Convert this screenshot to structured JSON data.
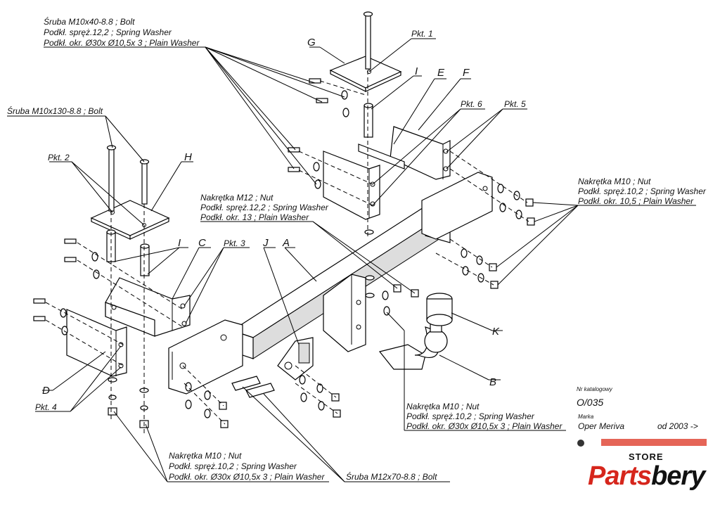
{
  "labels": {
    "bolt_m10x40": "Śruba M10x40-8.8 ;  Bolt",
    "spring_washer_12": "Podkł. spręż.12,2 ; Spring Washer",
    "plain_washer_30": "Podkł. okr.  Ø30x Ø10,5x 3 ; Plain Washer",
    "bolt_m10x130": "Śruba M10x130-8.8 ;  Bolt",
    "nut_m12": "Nakrętka  M12 ; Nut",
    "spring_washer_12b": "Podkł. spręż.12,2 ; Spring Washer",
    "plain_washer_13": "Podkł. okr. 13 ; Plain Washer",
    "nut_m10_right": "Nakrętka  M10 ; Nut",
    "spring_washer_10_right": "Podkł. spręż.10,2 ; Spring Washer",
    "plain_washer_10_right": "Podkł. okr. 10,5 ; Plain Washer",
    "nut_m10_mid": "Nakrętka  M10 ; Nut",
    "spring_washer_10_mid": "Podkł. spręż.10,2 ; Spring Washer",
    "plain_washer_30_mid": "Podkł. okr.  Ø30x Ø10,5x 3 ; Plain Washer",
    "nut_m10_bottom": "Nakrętka  M10 ; Nut",
    "spring_washer_10_bottom": "Podkł. spręż.10,2 ; Spring Washer",
    "plain_washer_30_bottom": "Podkł. okr.  Ø30x Ø10,5x 3 ; Plain Washer",
    "bolt_m12x70": "Śruba M12x70-8.8 ;  Bolt"
  },
  "points": {
    "pkt1": "Pkt. 1",
    "pkt2": "Pkt. 2",
    "pkt3": "Pkt. 3",
    "pkt4": "Pkt. 4",
    "pkt5": "Pkt. 5",
    "pkt6": "Pkt. 6"
  },
  "letters": {
    "A": "A",
    "B": "B",
    "C": "C",
    "D": "D",
    "E": "E",
    "F": "F",
    "G": "G",
    "H": "H",
    "I1": "I",
    "I2": "I",
    "J": "J",
    "K": "K"
  },
  "info": {
    "catalog_label": "Nr katalogowy",
    "catalog_value": "O/035",
    "brand_label": "Marka",
    "brand_value": "Oper Meriva",
    "from_value": "od  2003 ->"
  },
  "logo": {
    "store": "STORE",
    "name_part1": "Parts",
    "name_part2": "bery"
  },
  "colors": {
    "accent_red": "#d6261c",
    "ink": "#111111"
  }
}
